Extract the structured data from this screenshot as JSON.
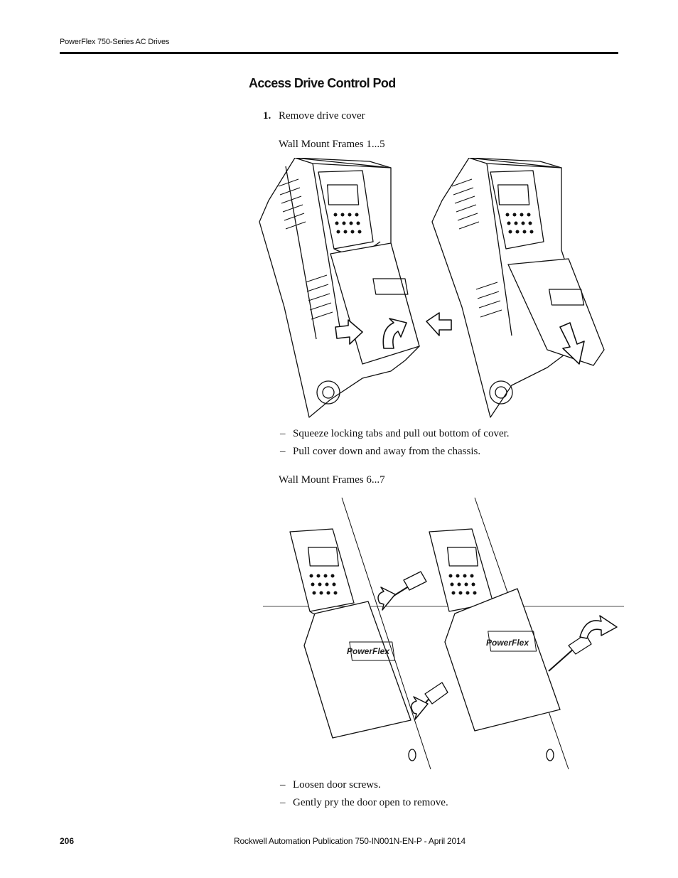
{
  "header": {
    "running_head": "PowerFlex 750-Series AC Drives"
  },
  "section": {
    "title": "Access Drive Control Pod"
  },
  "steps": [
    {
      "number": "1.",
      "text": "Remove drive cover"
    }
  ],
  "figures": [
    {
      "caption": "Wall Mount Frames 1...5",
      "bullets": [
        "Squeeze locking tabs and pull out bottom of cover.",
        "Pull cover down and away from the chassis."
      ]
    },
    {
      "caption": "Wall Mount Frames 6...7",
      "logo_text": "PowerFlex",
      "bullets": [
        "Loosen door screws.",
        "Gently pry the door open to remove."
      ]
    }
  ],
  "bullet_marker": "–",
  "footer": {
    "page_number": "206",
    "publication": "Rockwell Automation Publication 750-IN001N-EN-P - April 2014"
  }
}
